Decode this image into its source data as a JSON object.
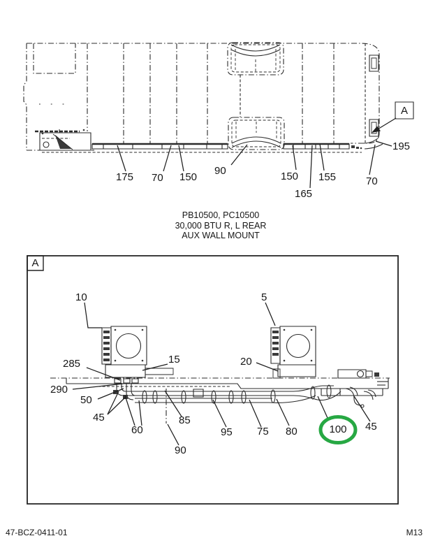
{
  "caption": {
    "line1": "PB10500, PC10500",
    "line2": "30,000 BTU R, L REAR",
    "line3": "AUX WALL MOUNT"
  },
  "overview": {
    "detail_marker": "A",
    "callouts": {
      "c175": "175",
      "c70_left": "70",
      "c150_left": "150",
      "c90": "90",
      "c150_right": "150",
      "c165": "165",
      "c155": "155",
      "c70_right": "70",
      "c195": "195"
    }
  },
  "detail": {
    "marker": "A",
    "callouts": {
      "c10": "10",
      "c5": "5",
      "c285": "285",
      "c15": "15",
      "c20": "20",
      "c290": "290",
      "c50": "50",
      "c45_left": "45",
      "c60": "60",
      "c85": "85",
      "c90": "90",
      "c95": "95",
      "c75": "75",
      "c80": "80",
      "c100": "100",
      "c45_right": "45"
    },
    "highlight": {
      "label": "100",
      "color": "#27a843"
    }
  },
  "footer": {
    "left": "47-BCZ-0411-01",
    "right": "M13"
  }
}
